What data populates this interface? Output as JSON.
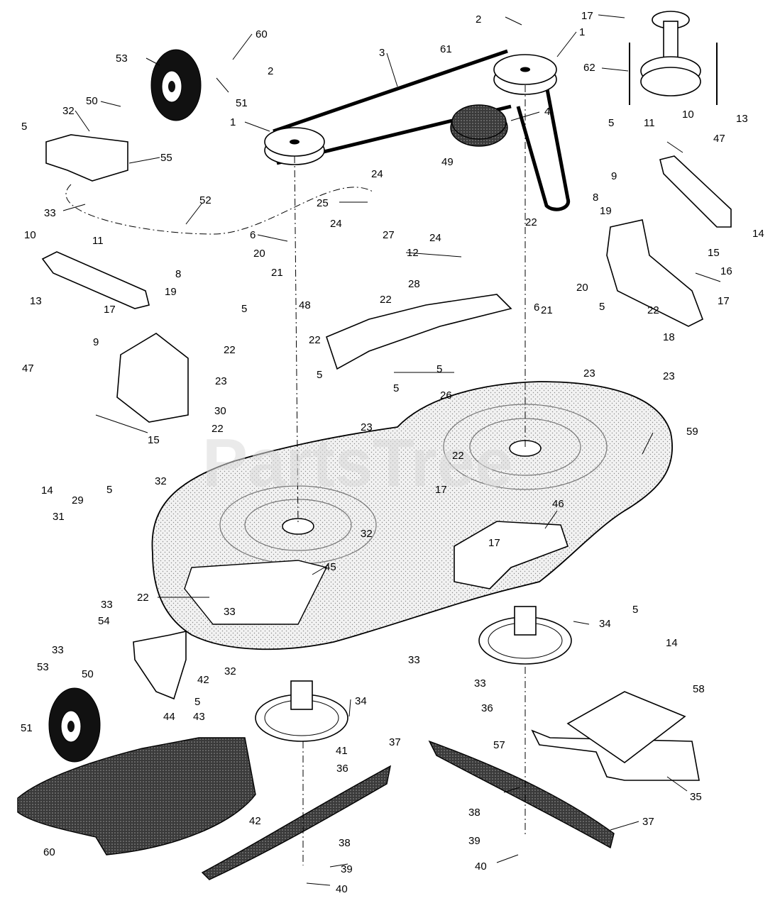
{
  "watermark": "PartsTree",
  "callouts": [
    {
      "id": "c60a",
      "text": "60"
    },
    {
      "id": "c53a",
      "text": "53"
    },
    {
      "id": "c51a",
      "text": "51"
    },
    {
      "id": "c50a",
      "text": "50"
    },
    {
      "id": "c32a",
      "text": "32"
    },
    {
      "id": "c5a",
      "text": "5"
    },
    {
      "id": "c55",
      "text": "55"
    },
    {
      "id": "c33a",
      "text": "33"
    },
    {
      "id": "c2a",
      "text": "2"
    },
    {
      "id": "c3",
      "text": "3"
    },
    {
      "id": "c1a",
      "text": "1"
    },
    {
      "id": "c2b",
      "text": "2"
    },
    {
      "id": "c1b",
      "text": "1"
    },
    {
      "id": "c61",
      "text": "61"
    },
    {
      "id": "c4",
      "text": "4"
    },
    {
      "id": "c17a",
      "text": "17"
    },
    {
      "id": "c62",
      "text": "62"
    },
    {
      "id": "c10a",
      "text": "10"
    },
    {
      "id": "c13a",
      "text": "13"
    },
    {
      "id": "c11a",
      "text": "11"
    },
    {
      "id": "c5b",
      "text": "5"
    },
    {
      "id": "c47a",
      "text": "47"
    },
    {
      "id": "c9a",
      "text": "9"
    },
    {
      "id": "c14a",
      "text": "14"
    },
    {
      "id": "c15a",
      "text": "15"
    },
    {
      "id": "c16",
      "text": "16"
    },
    {
      "id": "c17b",
      "text": "17"
    },
    {
      "id": "c24a",
      "text": "24"
    },
    {
      "id": "c49",
      "text": "49"
    },
    {
      "id": "c25",
      "text": "25"
    },
    {
      "id": "c52",
      "text": "52"
    },
    {
      "id": "c6a",
      "text": "6"
    },
    {
      "id": "c24b",
      "text": "24"
    },
    {
      "id": "c27",
      "text": "27"
    },
    {
      "id": "c24c",
      "text": "24"
    },
    {
      "id": "c12",
      "text": "12"
    },
    {
      "id": "c22a",
      "text": "22"
    },
    {
      "id": "c8a",
      "text": "8"
    },
    {
      "id": "c19a",
      "text": "19"
    },
    {
      "id": "c10b",
      "text": "10"
    },
    {
      "id": "c11b",
      "text": "11"
    },
    {
      "id": "c20a",
      "text": "20"
    },
    {
      "id": "c21a",
      "text": "21"
    },
    {
      "id": "c8b",
      "text": "8"
    },
    {
      "id": "c19b",
      "text": "19"
    },
    {
      "id": "c28",
      "text": "28"
    },
    {
      "id": "c48",
      "text": "48"
    },
    {
      "id": "c22b",
      "text": "22"
    },
    {
      "id": "c6b",
      "text": "6"
    },
    {
      "id": "c20b",
      "text": "20"
    },
    {
      "id": "c21b",
      "text": "21"
    },
    {
      "id": "c5c",
      "text": "5"
    },
    {
      "id": "c22c",
      "text": "22"
    },
    {
      "id": "c13b",
      "text": "13"
    },
    {
      "id": "c17c",
      "text": "17"
    },
    {
      "id": "c5d",
      "text": "5"
    },
    {
      "id": "c22d",
      "text": "22"
    },
    {
      "id": "c9b",
      "text": "9"
    },
    {
      "id": "c47b",
      "text": "47"
    },
    {
      "id": "c22e",
      "text": "22"
    },
    {
      "id": "c23a",
      "text": "23"
    },
    {
      "id": "c5e",
      "text": "5"
    },
    {
      "id": "c5f",
      "text": "5"
    },
    {
      "id": "c5g",
      "text": "5"
    },
    {
      "id": "c23b",
      "text": "23"
    },
    {
      "id": "c23c",
      "text": "23"
    },
    {
      "id": "c18",
      "text": "18"
    },
    {
      "id": "c30",
      "text": "30"
    },
    {
      "id": "c26",
      "text": "26"
    },
    {
      "id": "c15b",
      "text": "15"
    },
    {
      "id": "c22f",
      "text": "22"
    },
    {
      "id": "c23d",
      "text": "23"
    },
    {
      "id": "c22g",
      "text": "22"
    },
    {
      "id": "c59",
      "text": "59"
    },
    {
      "id": "c14b",
      "text": "14"
    },
    {
      "id": "c29",
      "text": "29"
    },
    {
      "id": "c5h",
      "text": "5"
    },
    {
      "id": "c32b",
      "text": "32"
    },
    {
      "id": "c17d",
      "text": "17"
    },
    {
      "id": "c46",
      "text": "46"
    },
    {
      "id": "c31",
      "text": "31"
    },
    {
      "id": "c32c",
      "text": "32"
    },
    {
      "id": "c17e",
      "text": "17"
    },
    {
      "id": "c45",
      "text": "45"
    },
    {
      "id": "c22h",
      "text": "22"
    },
    {
      "id": "c33b",
      "text": "33"
    },
    {
      "id": "c5i",
      "text": "5"
    },
    {
      "id": "c33c",
      "text": "33"
    },
    {
      "id": "c33d",
      "text": "33"
    },
    {
      "id": "c54",
      "text": "54"
    },
    {
      "id": "c34a",
      "text": "34"
    },
    {
      "id": "c33e",
      "text": "33"
    },
    {
      "id": "c33f",
      "text": "33"
    },
    {
      "id": "c32d",
      "text": "32"
    },
    {
      "id": "c14c",
      "text": "14"
    },
    {
      "id": "c53b",
      "text": "53"
    },
    {
      "id": "c50b",
      "text": "50"
    },
    {
      "id": "c42a",
      "text": "42"
    },
    {
      "id": "c5j",
      "text": "5"
    },
    {
      "id": "c58",
      "text": "58"
    },
    {
      "id": "c43",
      "text": "43"
    },
    {
      "id": "c34b",
      "text": "34"
    },
    {
      "id": "c36a",
      "text": "36"
    },
    {
      "id": "c44",
      "text": "44"
    },
    {
      "id": "c51b",
      "text": "51"
    },
    {
      "id": "c37a",
      "text": "37"
    },
    {
      "id": "c57",
      "text": "57"
    },
    {
      "id": "c41",
      "text": "41"
    },
    {
      "id": "c36b",
      "text": "36"
    },
    {
      "id": "c35",
      "text": "35"
    },
    {
      "id": "c38a",
      "text": "38"
    },
    {
      "id": "c42b",
      "text": "42"
    },
    {
      "id": "c37b",
      "text": "37"
    },
    {
      "id": "c39a",
      "text": "39"
    },
    {
      "id": "c60b",
      "text": "60"
    },
    {
      "id": "c38b",
      "text": "38"
    },
    {
      "id": "c40a",
      "text": "40"
    },
    {
      "id": "c39b",
      "text": "39"
    },
    {
      "id": "c40b",
      "text": "40"
    }
  ]
}
